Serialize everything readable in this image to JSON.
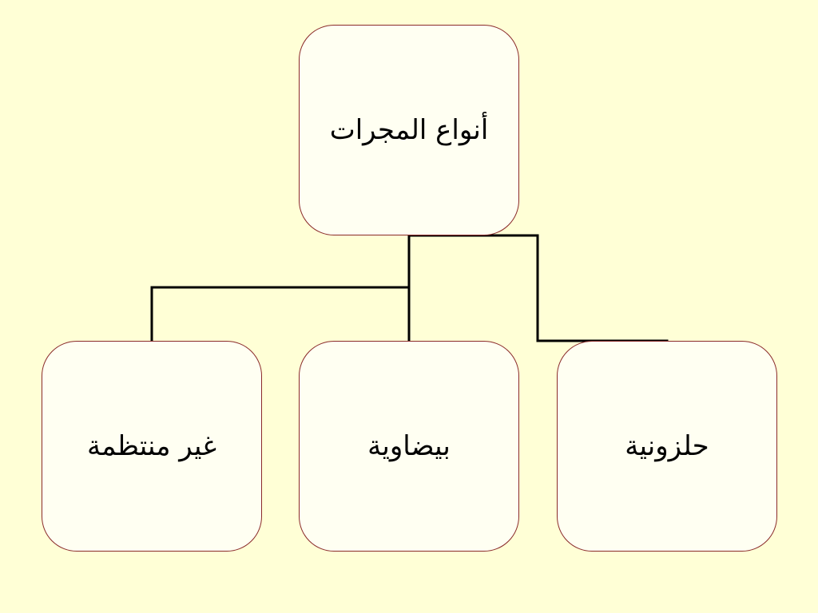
{
  "diagram": {
    "root": {
      "label": "أنواع المجرات"
    },
    "children": [
      {
        "label": "غير منتظمة"
      },
      {
        "label": "بيضاوية"
      },
      {
        "label": "حلزونية"
      }
    ]
  },
  "colors": {
    "background": "#ffffd6",
    "box_fill": "#fffff2",
    "box_border": "#8a2a2a",
    "connector": "#000000"
  }
}
